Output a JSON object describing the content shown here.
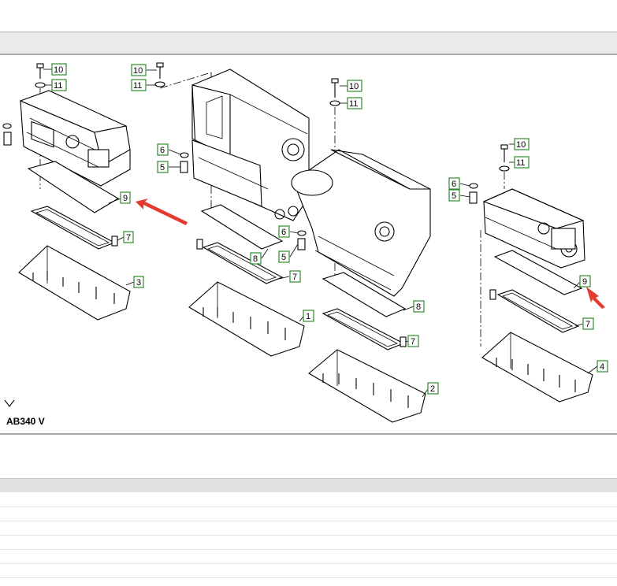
{
  "figure": {
    "model_label": "AB340 V",
    "callouts": {
      "c1": "1",
      "c2": "2",
      "c3": "3",
      "c4": "4",
      "c5": "5",
      "c6": "6",
      "c7": "7",
      "c8": "8",
      "c9": "9",
      "c10": "10",
      "c11": "11"
    },
    "colors": {
      "callout_border": "#2e8b2e",
      "arrow": "#e53a2f",
      "panel_border": "#a9a9a9"
    }
  }
}
